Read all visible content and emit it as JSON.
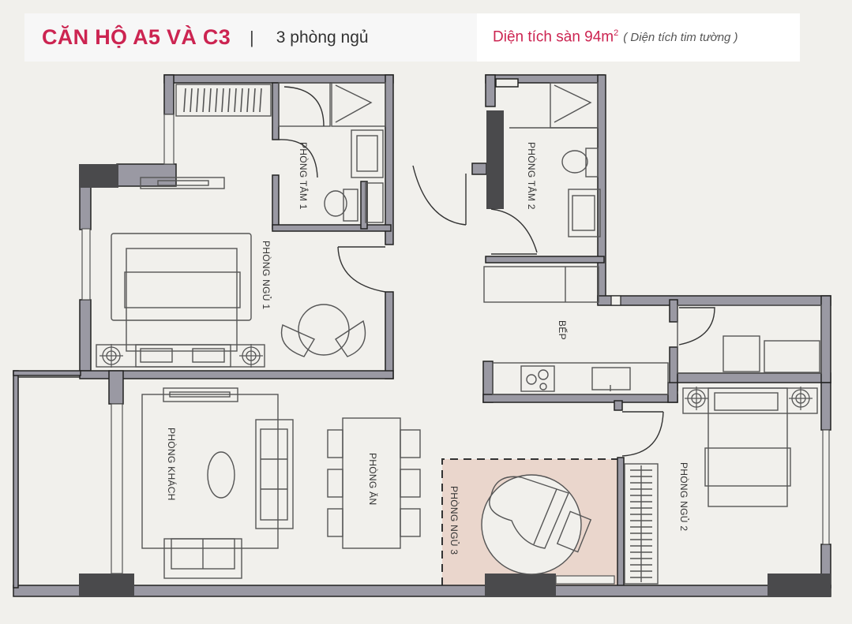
{
  "header": {
    "title": "CĂN HỘ A5 VÀ C3",
    "separator": "|",
    "bedrooms": "3 phòng ngủ",
    "area_label": "Diện tích sàn 94m",
    "area_sup": "2",
    "area_note": "( Diện tích tim tường )"
  },
  "colors": {
    "accent": "#cc2451",
    "wall": "#9a99a3",
    "wall_dark": "#4a4a4c",
    "background": "#f1f0ec",
    "highlight_room": "#ead6cc"
  },
  "rooms": {
    "bath1": "PHÒNG TẮM 1",
    "bath2": "PHÒNG TẮM 2",
    "bed1": "PHÒNG NGỦ 1",
    "bed2": "PHÒNG NGỦ 2",
    "bed3": "PHÒNG NGỦ 3",
    "kitchen": "BẾP",
    "living": "PHÒNG KHÁCH",
    "dining": "PHÒNG ĂN"
  }
}
